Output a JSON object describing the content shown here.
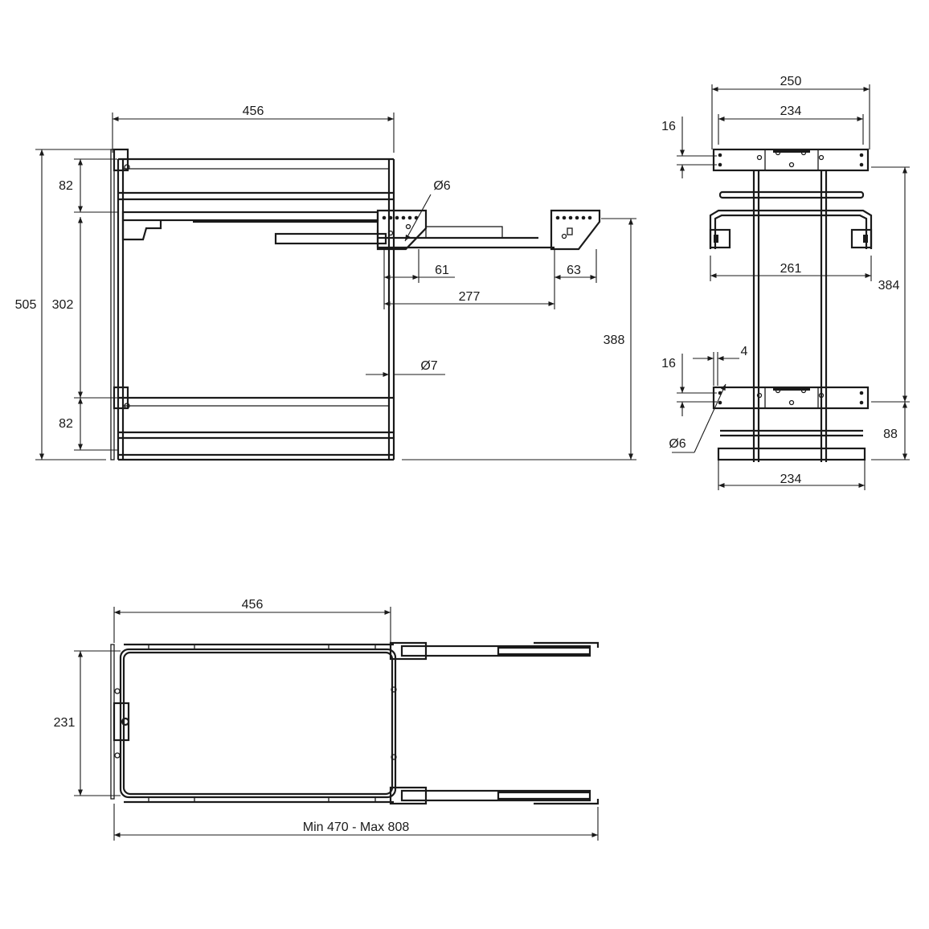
{
  "side_view": {
    "width": "456",
    "height_total": "505",
    "top_gap": "82",
    "middle_gap": "302",
    "bottom_gap": "82",
    "hole_top": "Ø6",
    "hole_side": "Ø7",
    "bracket_front": "61",
    "bracket_rear": "63",
    "bracket_spacing": "277",
    "rail_height": "388"
  },
  "front_view": {
    "outer_width": "250",
    "inner_width_top": "234",
    "plate_top_height": "16",
    "middle_width": "261",
    "height": "384",
    "plate_bottom_height": "16",
    "thickness": "4",
    "hole": "Ø6",
    "bottom_height": "88",
    "inner_width_bottom": "234"
  },
  "top_view": {
    "length": "456",
    "width": "231",
    "extension": "Min 470 - Max 808"
  }
}
